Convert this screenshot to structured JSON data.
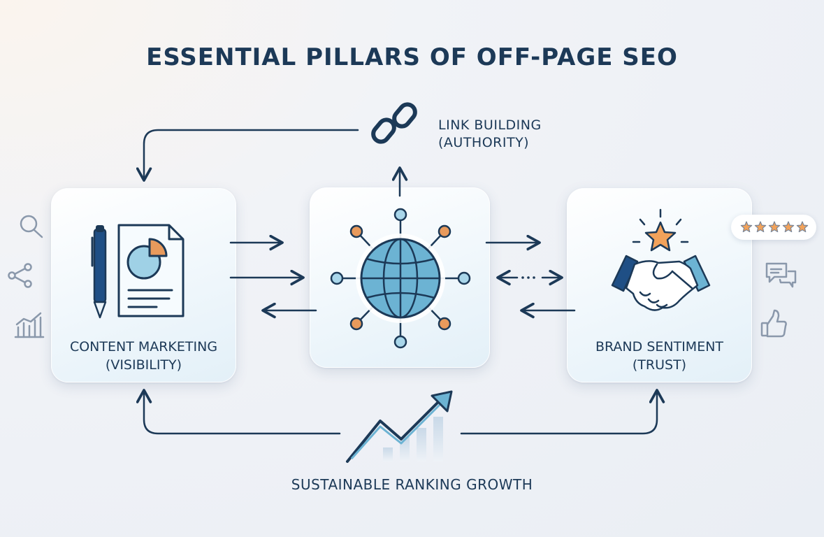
{
  "title": "ESSENTIAL PILLARS OF OFF-PAGE SEO",
  "nodes": {
    "link_building": {
      "line1": "LINK BUILDING",
      "line2": "(AUTHORITY)"
    },
    "content_marketing": {
      "line1": "CONTENT MARKETING",
      "line2": "(VISIBILITY)"
    },
    "brand_sentiment": {
      "line1": "BRAND SENTIMENT",
      "line2": "(TRUST)"
    },
    "growth": {
      "label": "SUSTAINABLE RANKING GROWTH"
    }
  },
  "icons": {
    "link": "chain-link-icon",
    "content": [
      "pen-icon",
      "document-pie-chart-icon"
    ],
    "hub": "globe-network-icon",
    "brand": [
      "star-burst-icon",
      "handshake-icon"
    ],
    "growth": "trending-arrow-chart-icon",
    "left_side": [
      "magnifier-icon",
      "share-icon",
      "bar-chart-icon"
    ],
    "right_side": [
      "five-star-rating-icon",
      "chat-bubbles-icon",
      "thumbs-up-icon"
    ]
  },
  "rating": {
    "stars": 5
  },
  "colors": {
    "navy": "#1c3957",
    "accent_blue": "#5aa6c8",
    "accent_orange": "#e89a5c",
    "star": "#f2a25a"
  }
}
